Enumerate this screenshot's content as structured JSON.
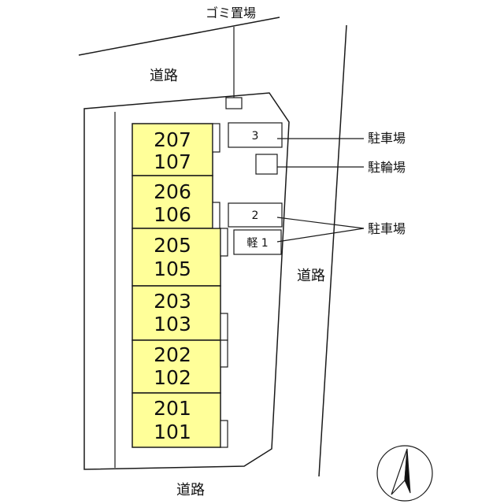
{
  "colors": {
    "unit_fill": "#ffff99",
    "line": "#1a1a1a",
    "background": "#ffffff"
  },
  "labels": {
    "garbage": "ゴミ置場",
    "road_top": "道路",
    "road_right": "道路",
    "road_bottom": "道路",
    "parking_top": "駐車場",
    "bicycle": "駐輪場",
    "parking_mid": "駐車場"
  },
  "parking_spaces": {
    "space_3": "3",
    "space_2": "2",
    "space_kei1": "軽 1"
  },
  "units": [
    {
      "upper": "207",
      "lower": "107"
    },
    {
      "upper": "206",
      "lower": "106"
    },
    {
      "upper": "205",
      "lower": "105"
    },
    {
      "upper": "203",
      "lower": "103"
    },
    {
      "upper": "202",
      "lower": "102"
    },
    {
      "upper": "201",
      "lower": "101"
    }
  ],
  "compass": {
    "icon": "north-arrow-icon"
  }
}
